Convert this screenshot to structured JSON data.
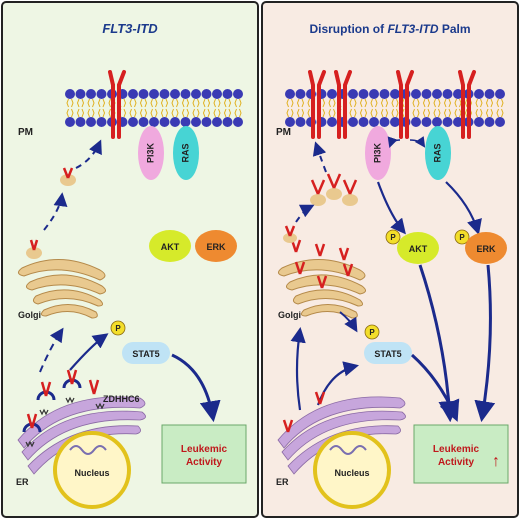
{
  "left": {
    "title": "FLT3-ITD",
    "pm": "PM",
    "pi3k": "PI3K",
    "ras": "RAS",
    "akt": "AKT",
    "erk": "ERK",
    "golgi": "Golgi",
    "p": "P",
    "stat5": "STAT5",
    "zdhhc6": "ZDHHC6",
    "leukemic_line1": "Leukemic",
    "leukemic_line2": "Activity",
    "nucleus": "Nucleus",
    "er": "ER"
  },
  "right": {
    "title_prefix": "Disruption of ",
    "title_italic": "FLT3-ITD",
    "title_suffix": " Palm",
    "pm": "PM",
    "pi3k": "PI3K",
    "ras": "RAS",
    "p_akt": "P",
    "akt": "AKT",
    "p_erk": "P",
    "erk": "ERK",
    "golgi": "Golgi",
    "p_stat5": "P",
    "stat5": "STAT5",
    "leukemic_line1": "Leukemic",
    "leukemic_line2": "Activity",
    "up_arrow": "↑",
    "nucleus": "Nucleus",
    "er": "ER"
  },
  "colors": {
    "left_bg": "#eef6e4",
    "right_bg": "#f8ebe3",
    "lipid_head": "#3a3ab4",
    "receptor": "#d62020",
    "pathway_arrow": "#1b2a8c",
    "pi3k": "#f0a9de",
    "ras": "#47d4d4",
    "akt": "#d6ea2a",
    "erk": "#ee8a30",
    "p_badge": "#f3de2a",
    "leukemic_text": "#c0181c",
    "title": "#1b3a8c"
  }
}
